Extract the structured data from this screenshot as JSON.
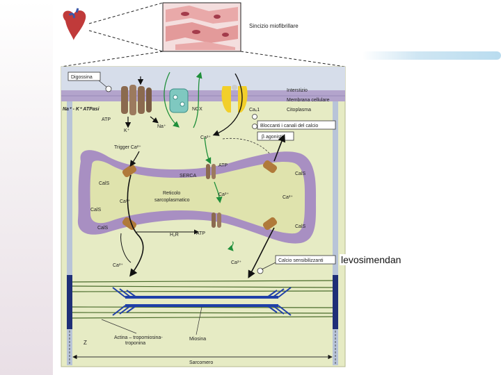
{
  "side_label": "levosimendan",
  "diagram": {
    "inset_title": "Sincizio miofibrillare",
    "layers": {
      "interstitium": "Interstizio",
      "membrane": "Membrana cellulare",
      "cytoplasm": "Citoplasma"
    },
    "labels": {
      "digoxin": "Digossina",
      "pump": "Na⁺ - K⁺ ATPasi",
      "atp_pump": "ATP",
      "k_ion": "K⁺",
      "na_ion": "Na⁺",
      "ncx": "NCX",
      "ca_channel": "Caᵥ1",
      "ca_cyt": "Ca²⁺",
      "ca_blockers": "Bloccanti i canali del calcio",
      "beta_agonists": "β agonisti",
      "trigger": "Trigger Ca²⁺",
      "serca": "SERCA",
      "atp_serca": "ATP",
      "sr_1": "Reticolo",
      "sr_2": "sarcoplasmatico",
      "ca_sr": "Ca²⁺",
      "calsq_1": "CalS",
      "calsq_2": "CalS",
      "calsq_3": "CalS",
      "calsq_4": "CalS",
      "calsq_5": "CalS",
      "ca_left": "Ca²⁺",
      "ca_right": "Ca²⁺",
      "hbr": "H₂R",
      "atp_lower": "ATP",
      "ca_release": "Ca²⁺",
      "ca_filament": "Ca²⁺",
      "ca_bottom": "Ca²⁺",
      "ca_sensitizers": "Calcio sensibilizzanti",
      "actin": "Actina – tropomiosina-",
      "troponin": "troponina",
      "myosin": "Miosina",
      "z": "Z",
      "sarcomere": "Sarcomero"
    }
  }
}
